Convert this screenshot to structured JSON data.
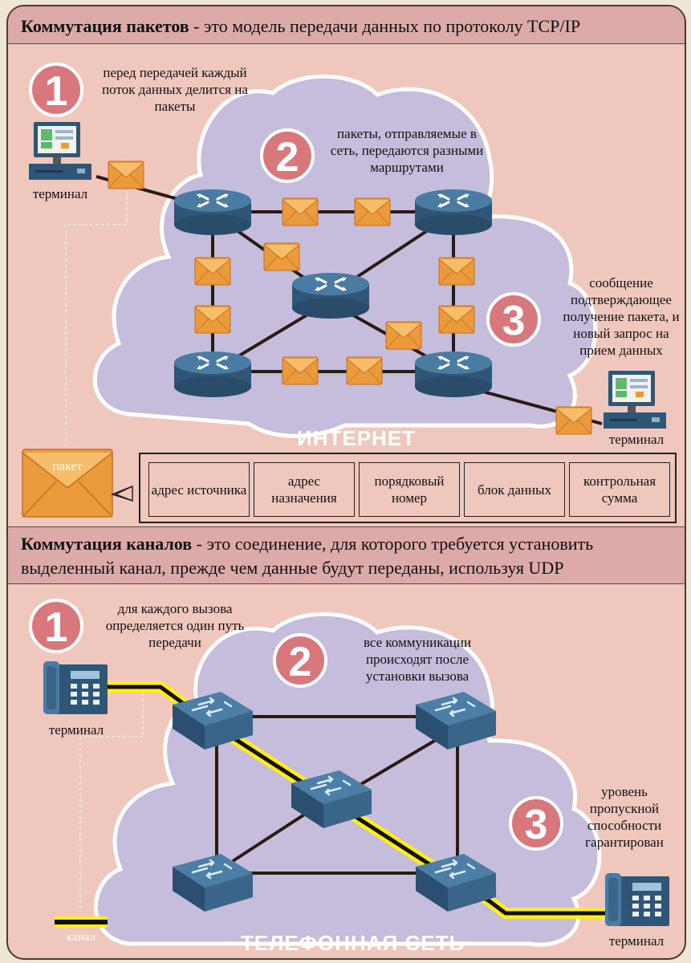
{
  "section1": {
    "title_bold": "Коммутация пакетов",
    "title_rest": " - это модель передачи данных по протоколу TCP/IP",
    "step1_num": "1",
    "step1_text": "перед передачей каждый поток данных делится на пакеты",
    "step2_num": "2",
    "step2_text": "пакеты, отправляемые в сеть, передаются разными маршрутами",
    "step3_num": "3",
    "step3_text": "сообщение подтверждающее получение пакета, и новый запрос на прием данных",
    "terminal_left": "терминал",
    "terminal_right": "терминал",
    "cloud_label": "ИНТЕРНЕТ",
    "packet_label": "пакет",
    "packet_fields": [
      "адрес источника",
      "адрес назначения",
      "порядковый номер",
      "блок данных",
      "контрольная сумма"
    ]
  },
  "section2": {
    "title_bold": "Коммутация каналов",
    "title_rest": " - это соединение, для которого требуется установить выделенный канал, прежде чем данные будут переданы, используя UDP",
    "step1_num": "1",
    "step1_text": "для каждого вызова определяется один путь передачи",
    "step2_num": "2",
    "step2_text": "все коммуникации происходят после установки вызова",
    "step3_num": "3",
    "step3_text": "уровень пропускной способности гарантирован",
    "terminal_left": "терминал",
    "terminal_right": "терминал",
    "cloud_label": "ТЕЛЕФОННАЯ СЕТЬ",
    "channel_label": "канал"
  },
  "colors": {
    "background": "#f0c7bc",
    "title_bar": "#dcaaa9",
    "cloud": "#c6bcdc",
    "router": "#3c6488",
    "envelope": "#eb9a3c",
    "step_badge": "#d8787c",
    "channel_highlight": "#ffee1a"
  }
}
